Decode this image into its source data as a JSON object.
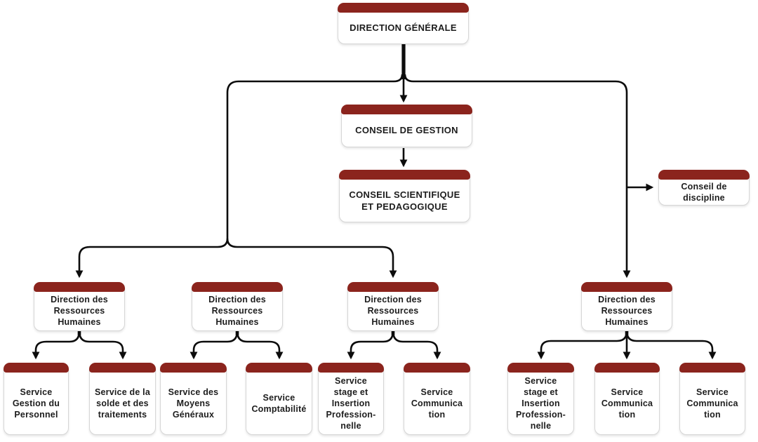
{
  "palette": {
    "header_bar": "#8B241D",
    "connector": "#0c0c0c",
    "box_border": "#d6d6d6",
    "box_background": "#ffffff",
    "text": "#1d1d1d"
  },
  "org": {
    "type": "org-chart",
    "root": {
      "label": "DIRECTION GÉNÉRALE"
    },
    "councils": [
      {
        "label": "CONSEIL DE GESTION"
      },
      {
        "label": "CONSEIL SCIENTIFIQUE\nET PEDAGOGIQUE"
      }
    ],
    "conseil_discipline": {
      "label": "Conseil de\ndiscipline"
    },
    "groups": [
      {
        "direction": {
          "label": "Direction des\nRessources\nHumaines"
        },
        "services": [
          {
            "label": "Service\nGestion du\nPersonnel"
          },
          {
            "label": "Service de la\nsolde et des\ntraitements"
          }
        ]
      },
      {
        "direction": {
          "label": "Direction des\nRessources\nHumaines"
        },
        "services": [
          {
            "label": "Service des\nMoyens\nGénéraux"
          },
          {
            "label": "Service\nComptabilité"
          }
        ]
      },
      {
        "direction": {
          "label": "Direction des\nRessources\nHumaines"
        },
        "services": [
          {
            "label": "Service\nstage et\nInsertion\nProfession-\nnelle"
          },
          {
            "label": "Service\nCommunica\ntion"
          }
        ]
      },
      {
        "direction": {
          "label": "Direction des\nRessources\nHumaines"
        },
        "services": [
          {
            "label": "Service\nstage et\nInsertion\nProfession-\nnelle"
          },
          {
            "label": "Service\nCommunica\ntion"
          },
          {
            "label": "Service\nCommunica\ntion"
          }
        ]
      }
    ]
  }
}
